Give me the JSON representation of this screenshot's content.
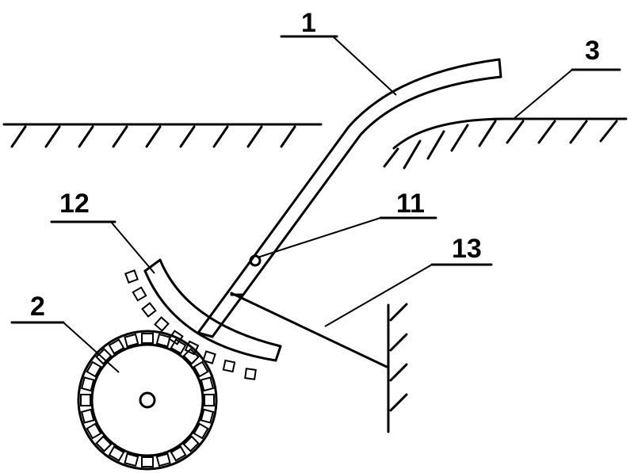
{
  "labels": {
    "arm": "1",
    "ground": "3",
    "gear_wheel": "2",
    "rack": "12",
    "pivot": "11",
    "brace": "13"
  }
}
